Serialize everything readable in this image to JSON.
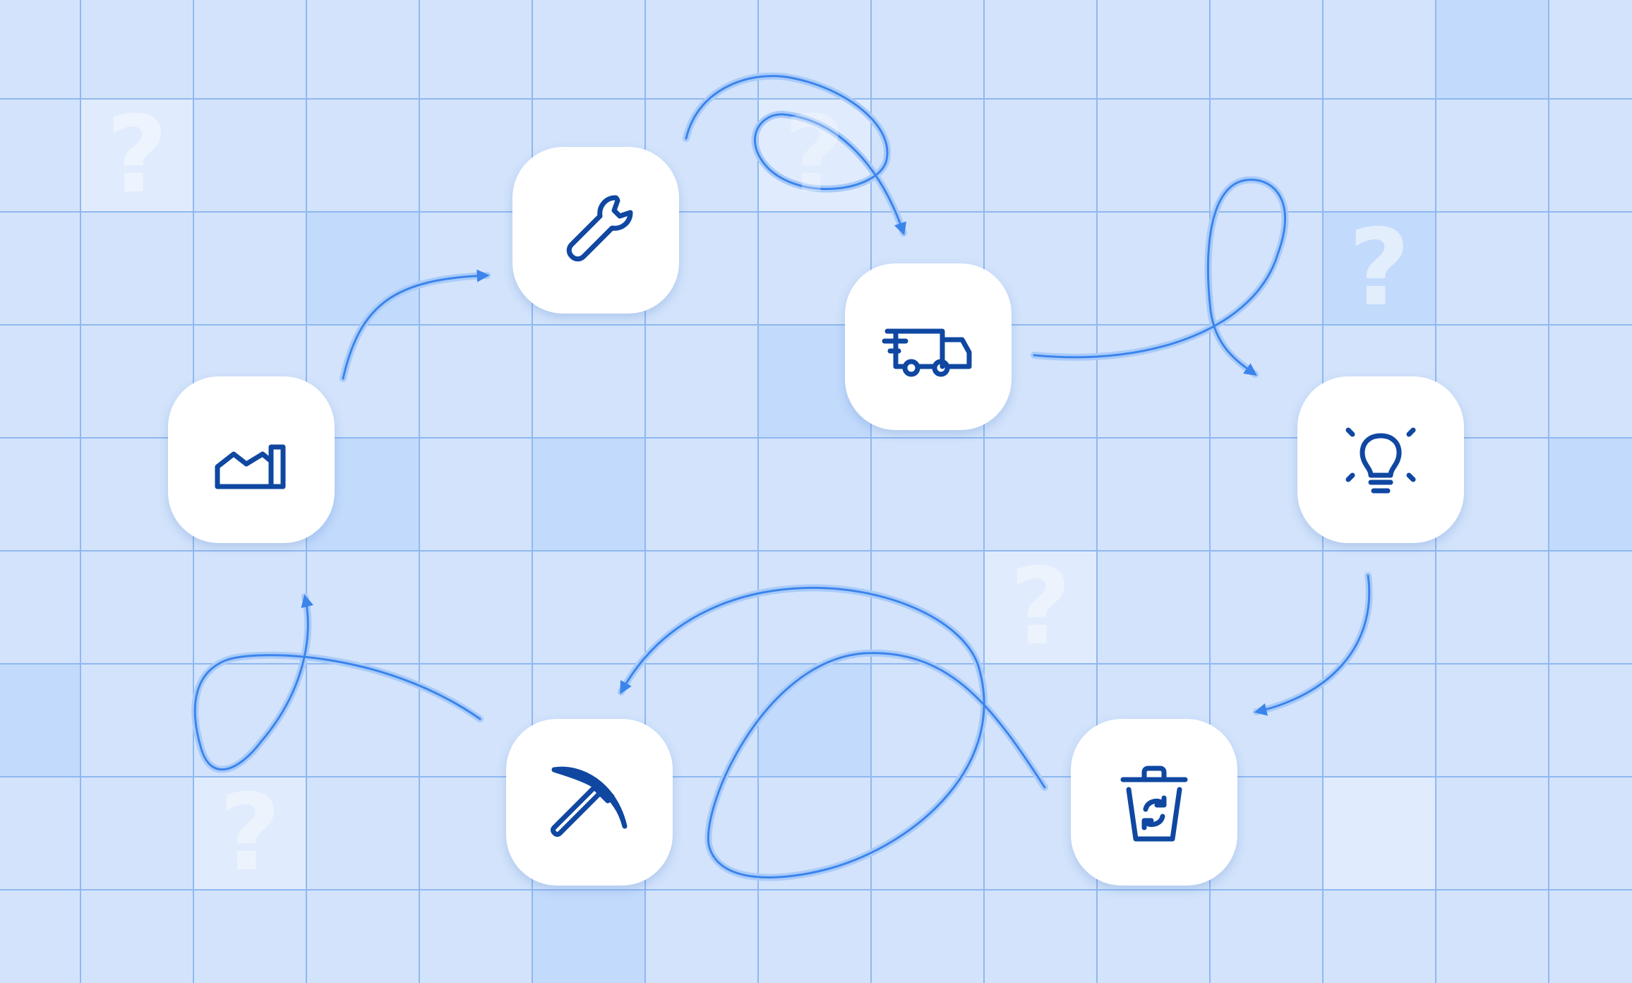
{
  "diagram": {
    "colors": {
      "background": "#d2e3fb",
      "grid_line": "#8fb8ef",
      "cell_dark": "#c2dafc",
      "cell_light": "#e0ecfd",
      "arrow": "#3b84ec",
      "arrow_glow": "#a9cbfa",
      "icon": "#0f47a1",
      "node_fill": "#ffffff"
    },
    "nodes": [
      {
        "name": "factory-node",
        "icon": "factory-icon"
      },
      {
        "name": "wrench-node",
        "icon": "wrench-icon"
      },
      {
        "name": "truck-node",
        "icon": "delivery-truck-icon"
      },
      {
        "name": "lightbulb-node",
        "icon": "lightbulb-icon"
      },
      {
        "name": "recycle-bin-node",
        "icon": "recycle-bin-icon"
      },
      {
        "name": "pickaxe-node",
        "icon": "pickaxe-icon"
      }
    ],
    "question_marks": [
      "?",
      "?",
      "?",
      "?",
      "?"
    ],
    "flow": [
      {
        "from": "factory-node",
        "to": "wrench-node"
      },
      {
        "from": "wrench-node",
        "to": "truck-node"
      },
      {
        "from": "truck-node",
        "to": "lightbulb-node"
      },
      {
        "from": "lightbulb-node",
        "to": "recycle-bin-node"
      },
      {
        "from": "recycle-bin-node",
        "to": "pickaxe-node"
      },
      {
        "from": "pickaxe-node",
        "to": "factory-node"
      }
    ]
  }
}
